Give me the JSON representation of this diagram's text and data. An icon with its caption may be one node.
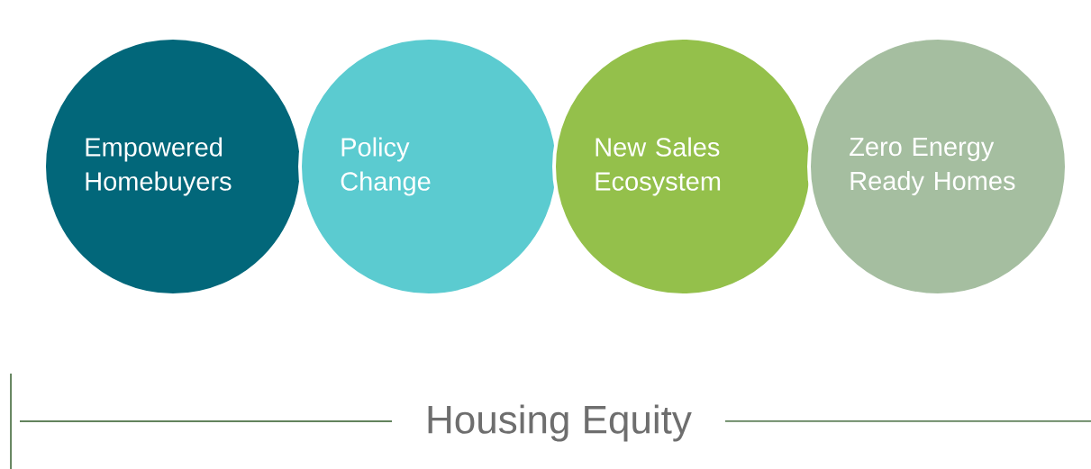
{
  "diagram": {
    "nodes": [
      {
        "text": [
          "Empowered Homebuyers"
        ]
      },
      {
        "text": [
          "Policy Change"
        ]
      },
      {
        "text": [
          "New Sales Ecosystem"
        ]
      },
      {
        "text": [
          "Zero Energy Ready Homes"
        ]
      }
    ],
    "labels": [
      "Housing Equity"
    ]
  }
}
